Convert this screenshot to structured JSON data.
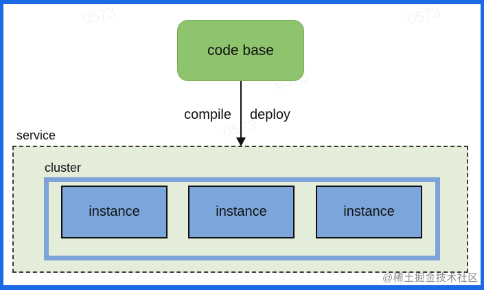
{
  "diagram": {
    "nodes": {
      "code_base": {
        "label": "code base"
      },
      "service": {
        "label": "service"
      },
      "cluster": {
        "label": "cluster"
      },
      "instances": [
        {
          "label": "instance"
        },
        {
          "label": "instance"
        },
        {
          "label": "instance"
        }
      ]
    },
    "edge_labels": {
      "compile": "compile",
      "deploy": "deploy"
    }
  },
  "colors": {
    "frame_blue": "#1a6ae4",
    "code_base_green": "#8ec46e",
    "service_bg_green": "#e3edda",
    "cluster_border_blue": "#7da3d8",
    "instance_blue": "#7ba6dc",
    "line_black": "#111111"
  },
  "watermarks": {
    "bottom_right": "@稀土掘金技术社区",
    "faint_text": "0573"
  }
}
